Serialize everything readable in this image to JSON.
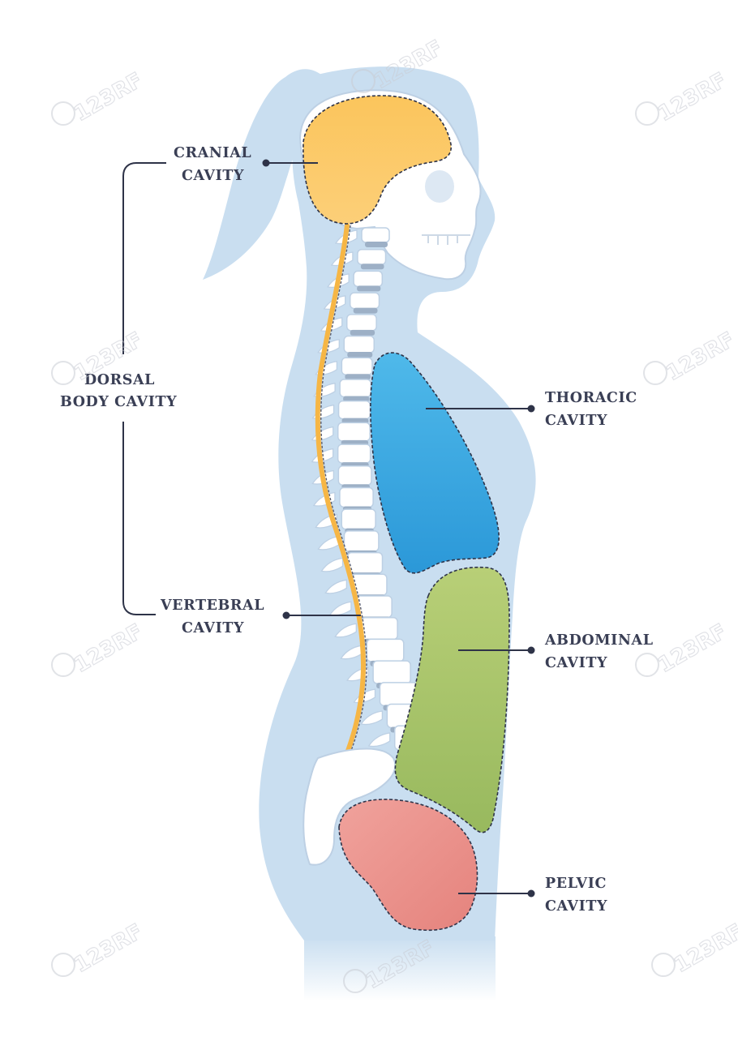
{
  "labels": {
    "cranial": [
      "CRANIAL",
      "CAVITY"
    ],
    "dorsal": [
      "DORSAL",
      "BODY CAVITY"
    ],
    "vertebral": [
      "VERTEBRAL",
      "CAVITY"
    ],
    "thoracic": [
      "THORACIC",
      "CAVITY"
    ],
    "abdominal": [
      "ABDOMINAL",
      "CAVITY"
    ],
    "pelvic": [
      "PELVIC",
      "CAVITY"
    ]
  },
  "watermark": "123RF",
  "colors": {
    "silhouette": "#c9def0",
    "cranial": "#fbc65e",
    "thoracic": "#35a7e0",
    "abdominal": "#a9c46a",
    "pelvic": "#eb918a",
    "spinal_cord": "#f6b645",
    "bone": "#ffffff",
    "disc": "#9db0c6",
    "text": "#3a3f55"
  }
}
